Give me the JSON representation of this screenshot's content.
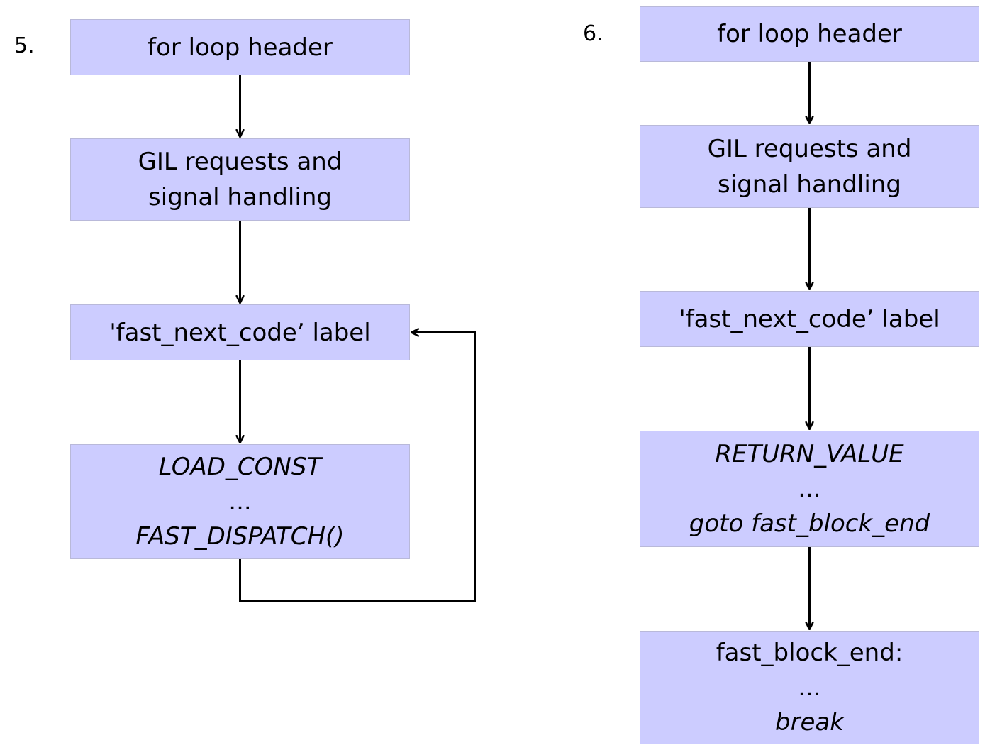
{
  "left_panel": {
    "number": "5.",
    "boxes": [
      {
        "lines": [
          "for loop header"
        ]
      },
      {
        "lines": [
          "GIL requests and",
          "signal handling"
        ]
      },
      {
        "lines": [
          "'fast_next_code’ label"
        ]
      },
      {
        "lines": [
          "LOAD_CONST",
          "...",
          "FAST_DISPATCH()"
        ]
      }
    ]
  },
  "right_panel": {
    "number": "6.",
    "boxes": [
      {
        "lines": [
          "for loop header"
        ]
      },
      {
        "lines": [
          "GIL requests and",
          "signal handling"
        ]
      },
      {
        "lines": [
          "'fast_next_code’ label"
        ]
      },
      {
        "lines": [
          "RETURN_VALUE",
          "...",
          "goto fast_block_end"
        ]
      },
      {
        "lines": [
          "fast_block_end:",
          "...",
          "break"
        ]
      }
    ]
  },
  "colors": {
    "box_fill": "#ccccff",
    "arrow": "#000000"
  }
}
